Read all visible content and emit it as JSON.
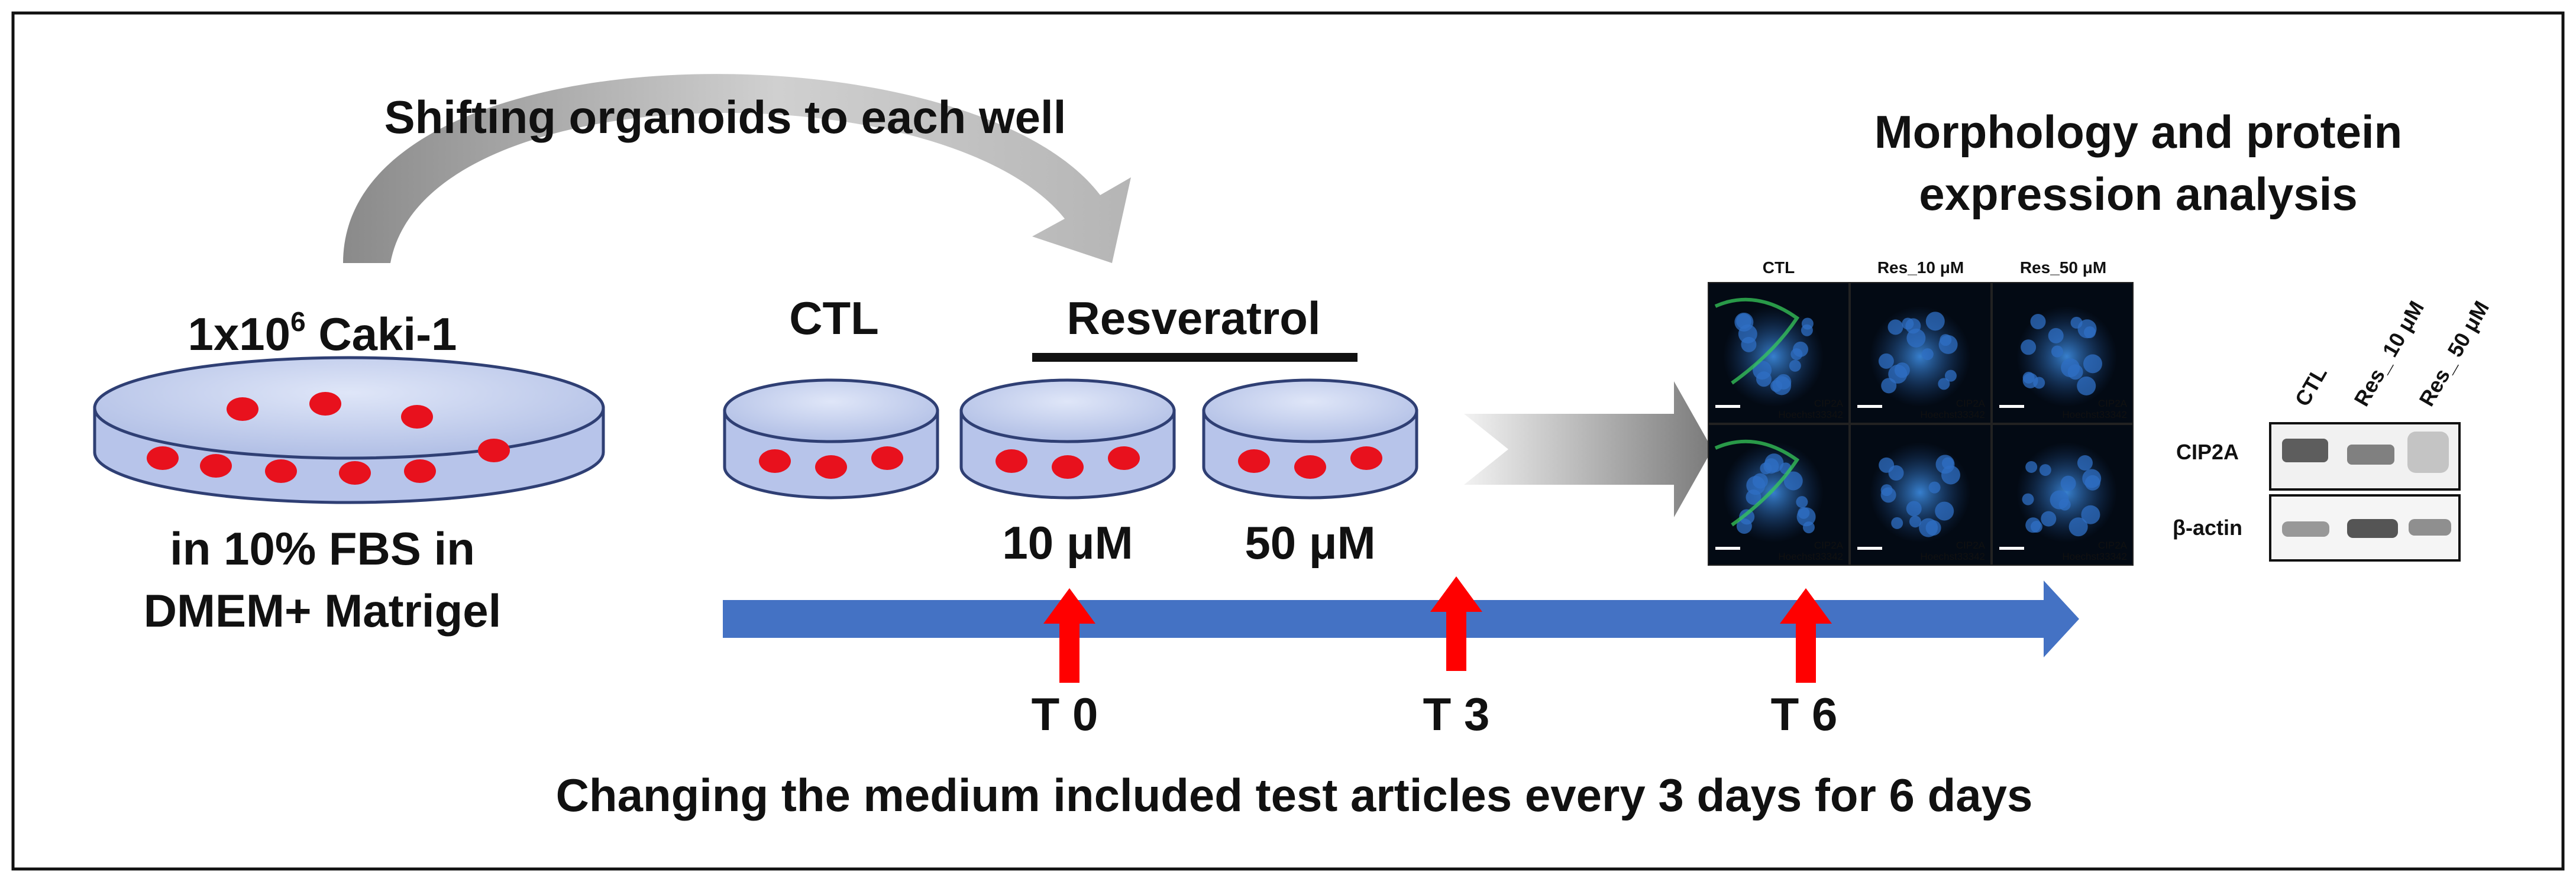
{
  "colors": {
    "frame": "#111111",
    "dish_fill": "#c9d3ef",
    "dish_stroke": "#2f3f74",
    "organoid": "#e8111d",
    "timeline": "#4472c4",
    "marker_arrow": "#ff0000",
    "curved_arrow": "#a8a8a8",
    "micrograph_bg": "#030a14",
    "micrograph_nuclei": "#2f6fc4",
    "micrograph_cip2a": "#37c95a"
  },
  "icons": {
    "shift_arrow": "curved-arrow-icon",
    "flow_arrow": "block-arrow-icon",
    "timeline": "timeline-arrow-icon",
    "time_marker": "up-arrow-icon"
  },
  "header": {
    "shift_caption": "Shifting organoids to each well"
  },
  "seeding": {
    "cells_prefix": "1x10",
    "cells_exponent": "6",
    "cells_suffix": " Caki-1",
    "medium_line1": "in 10% FBS in",
    "medium_line2": "DMEM+ Matrigel"
  },
  "treatment": {
    "control_label": "CTL",
    "treatment_label": "Resveratrol",
    "dose_low": "10 μM",
    "dose_high": "50 μM"
  },
  "timeline": {
    "t0": "T 0",
    "t3": "T 3",
    "t6": "T 6",
    "caption": "Changing the medium included test articles every 3 days for 6 days"
  },
  "analysis": {
    "title_line1": "Morphology and protein",
    "title_line2": "expression analysis",
    "image_columns": [
      "CTL",
      "Res_10 μM",
      "Res_50 μM"
    ],
    "stain_label_cip2a": "CIP2A",
    "stain_label_hoechst": "Hoechst33342",
    "blot_lanes": [
      "CTL",
      "Res_ 10 μM",
      "Res_ 50 μM"
    ],
    "blot_rows": [
      "CIP2A",
      "β-actin"
    ]
  }
}
